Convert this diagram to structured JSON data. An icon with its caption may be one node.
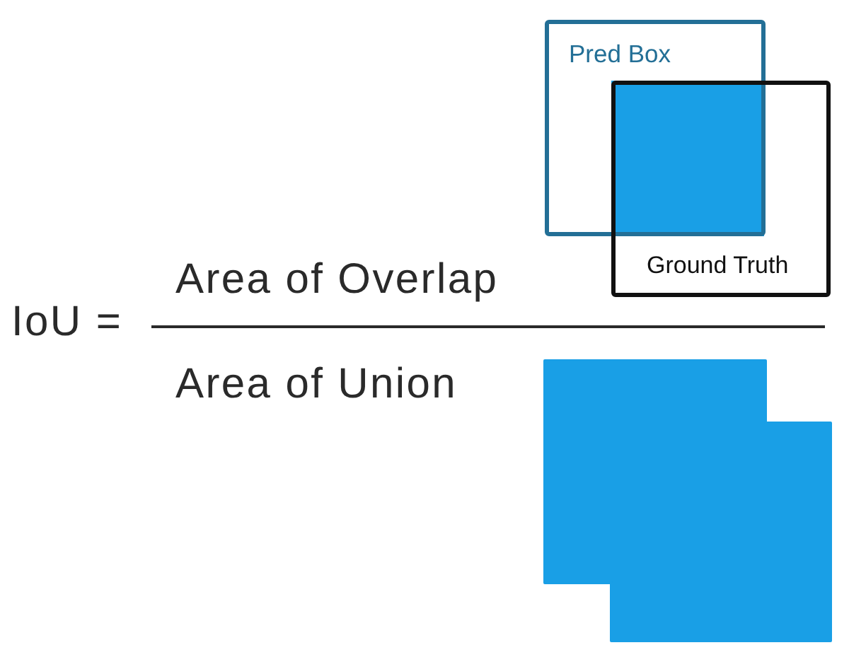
{
  "diagram": {
    "nodes": [
      {
        "text": [
          "Pred Box"
        ]
      },
      {
        "text": [
          "Ground Truth"
        ]
      },
      {
        "text": [],
        "shape": "box"
      },
      {
        "text": [],
        "shape": "polygon"
      }
    ],
    "labels": [
      "IoU =",
      "Area of Overlap",
      "Area of Union"
    ]
  }
}
